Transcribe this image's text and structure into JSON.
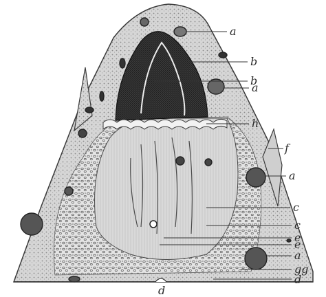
{
  "figure": {
    "labels": {
      "a1": "a",
      "b1": "b",
      "b2": "b",
      "a2": "a",
      "h": "h",
      "f": "f",
      "a3": "a",
      "c1": "c",
      "c2": "c",
      "e1": "e",
      "e2": "e",
      "a4": "a",
      "gg": "gg",
      "d1": "d",
      "d2": "d"
    }
  }
}
